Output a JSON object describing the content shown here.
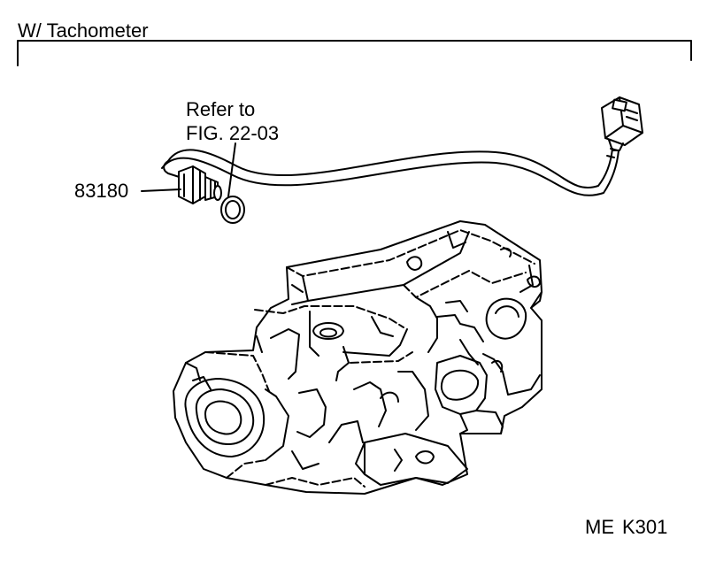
{
  "section": {
    "title": "W/ Tachometer"
  },
  "callouts": {
    "reference_line1": "Refer to",
    "reference_line2": "FIG. 22-03",
    "part_number": "83180"
  },
  "footer": {
    "code_prefix": "ME",
    "code_id": "K301"
  },
  "colors": {
    "ink": "#000000",
    "paper": "#ffffff"
  }
}
